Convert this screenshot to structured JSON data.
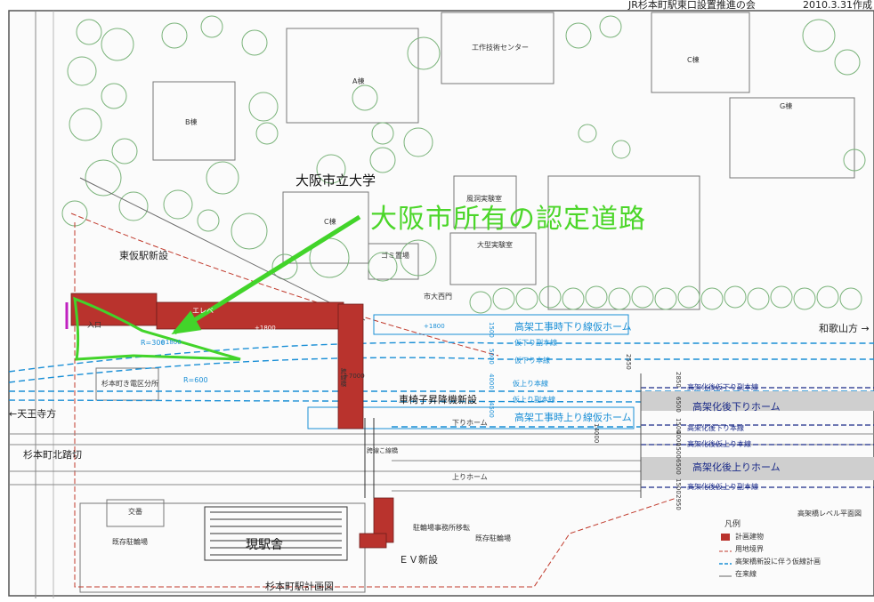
{
  "header": {
    "title_fragment": "JR杉本町駅東口設置推進の会",
    "date_fragment": "2010.3.31作成"
  },
  "map": {
    "campus_name": "大阪市立大学",
    "annotation": "大阪市所有の認定道路",
    "buildings": {
      "a": "A棟",
      "b": "B棟",
      "c_upper": "C棟",
      "c_lower": "C棟",
      "g": "G棟",
      "engineering_center": "工作技術センター",
      "wind_tunnel": "風洞実験室",
      "large_lab": "大型実験室",
      "garbage": "ゴミ置場",
      "east_gate": "市大西門",
      "substation": "杉本町き電区分所",
      "police_box": "交番",
      "existing_bike_lot": "既存駐輪場",
      "bike_lot_relocation": "駐輪場事務所移転",
      "existing_bike_lot2": "既存駐輪場"
    },
    "labels": {
      "new_east_station": "東仮駅新設",
      "entrance": "入口",
      "elevator_label": "エレベ",
      "wheelchair_lift": "車椅子昇降機新設",
      "old_station": "現駅舎",
      "ev_new": "ＥＶ新設",
      "crossing": "杉本町北踏切",
      "tennoji": "←天王寺方",
      "wakayama": "和歌山方 →",
      "plan_title": "杉本町駅計画図",
      "level_plan": "高架橋レベル平面図",
      "platform_down": "下りホーム",
      "platform_up": "上りホーム",
      "crossover": "跨線橋",
      "corridor": "跨線こ線橋",
      "r300": "R=300",
      "r600": "R=600"
    },
    "tracks": {
      "temp_down_platform": "高架工事時下り線仮ホーム",
      "temp_down_sub": "仮下り副本線",
      "temp_down_main": "仮下り本線",
      "temp_up_main": "仮上り本線",
      "temp_up_sub": "仮上り副本線",
      "temp_up_platform": "高架工事時上り線仮ホーム",
      "after_down_sub": "高架化後仮下り副本線",
      "after_down_platform": "高架化後下りホーム",
      "after_down_main": "高架化後下り本線",
      "after_up_main": "高架化後仮上り本線",
      "after_up_platform": "高架化後上りホーム",
      "after_up_sub": "高架化後仮上り副本線"
    },
    "dims": {
      "d1800a": "+1800",
      "d1800b": "+1800",
      "d7000": "+7000",
      "d2550": "2550",
      "d2850": "2850",
      "d6500a": "6500",
      "d1500a": "1500",
      "d4000": "4000",
      "d1500b": "1500",
      "d6500b": "6500",
      "d1500c": "1500",
      "d2950": "2950",
      "v1500": "1500",
      "v5000": "5000",
      "v4500": "4500",
      "v4000": "4000",
      "v14000": "14000"
    },
    "legend": {
      "title": "凡例",
      "items": [
        {
          "label": "計画建物",
          "color": "#b9332d"
        },
        {
          "label": "用地境界",
          "color": "#c0392b"
        },
        {
          "label": "高架橋新設に伴う仮線計画",
          "color": "#1a8fd6"
        },
        {
          "label": "在来線",
          "color": "#666666"
        }
      ]
    }
  }
}
